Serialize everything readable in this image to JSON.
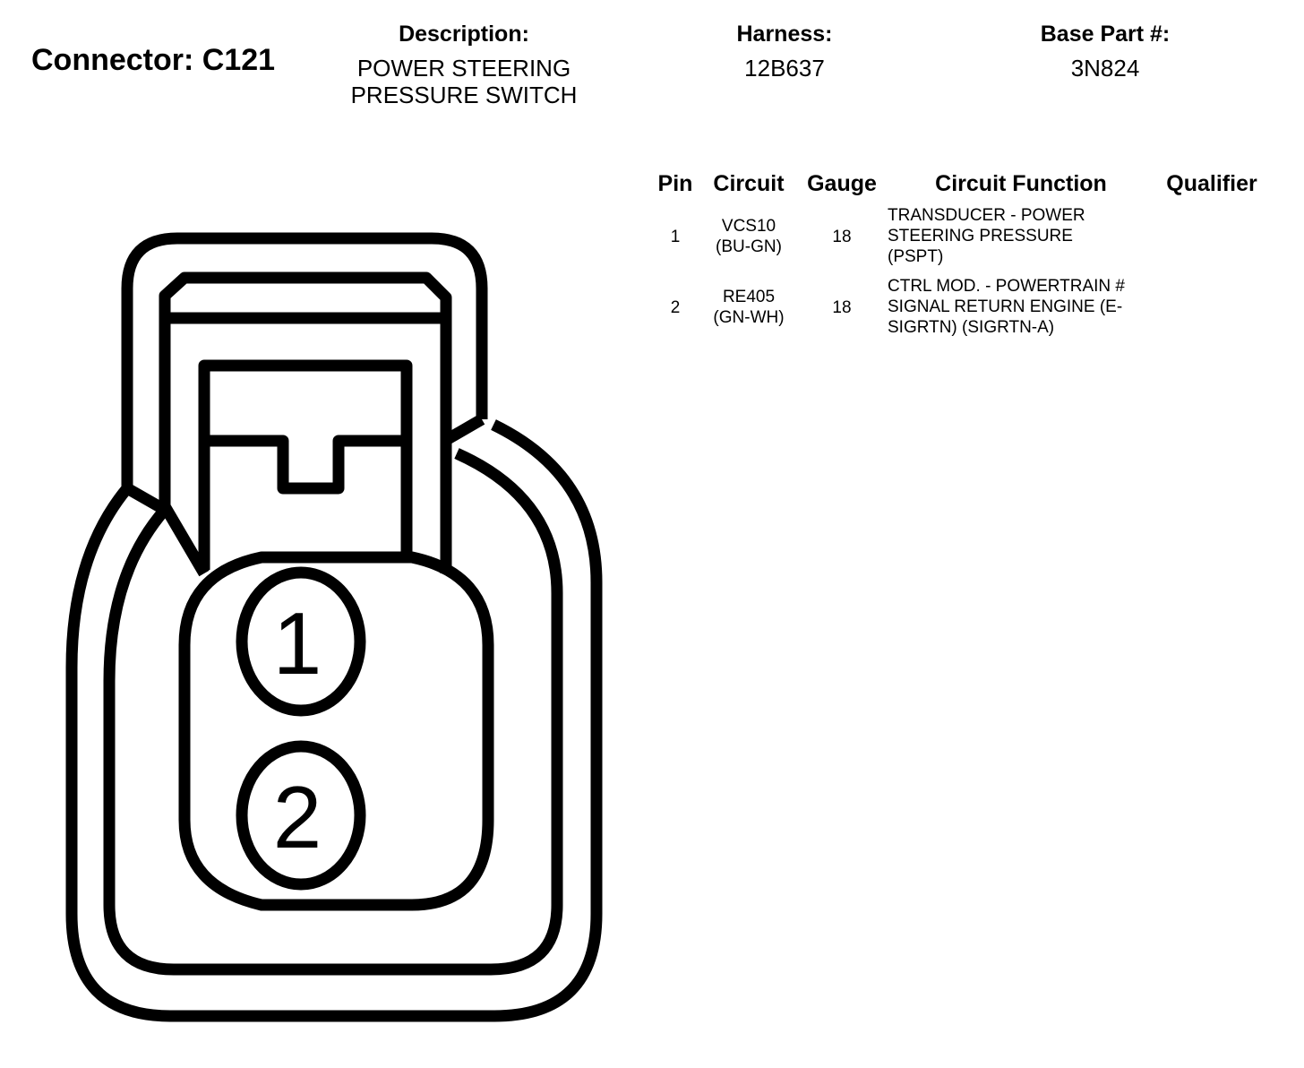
{
  "connector": {
    "title": "Connector: C121"
  },
  "header": {
    "description_label": "Description:",
    "description_lines": [
      "POWER STEERING",
      "PRESSURE SWITCH"
    ],
    "harness_label": "Harness:",
    "harness_value": "12B637",
    "base_part_label": "Base Part #:",
    "base_part_value": "3N824"
  },
  "table": {
    "columns": [
      "Pin",
      "Circuit",
      "Gauge",
      "Circuit Function",
      "Qualifier"
    ],
    "rows": [
      {
        "pin": "1",
        "circuit_lines": [
          "VCS10",
          "(BU-GN)"
        ],
        "gauge": "18",
        "function_lines": [
          "TRANSDUCER - POWER",
          "STEERING PRESSURE",
          "(PSPT)"
        ],
        "qualifier": ""
      },
      {
        "pin": "2",
        "circuit_lines": [
          "RE405",
          "(GN-WH)"
        ],
        "gauge": "18",
        "function_lines": [
          "CTRL MOD. - POWERTRAIN #",
          "SIGNAL RETURN ENGINE (E-",
          "SIGRTN) (SIGRTN-A)"
        ],
        "qualifier": ""
      }
    ]
  },
  "diagram": {
    "pins": [
      "1",
      "2"
    ],
    "stroke_color": "#000000"
  }
}
